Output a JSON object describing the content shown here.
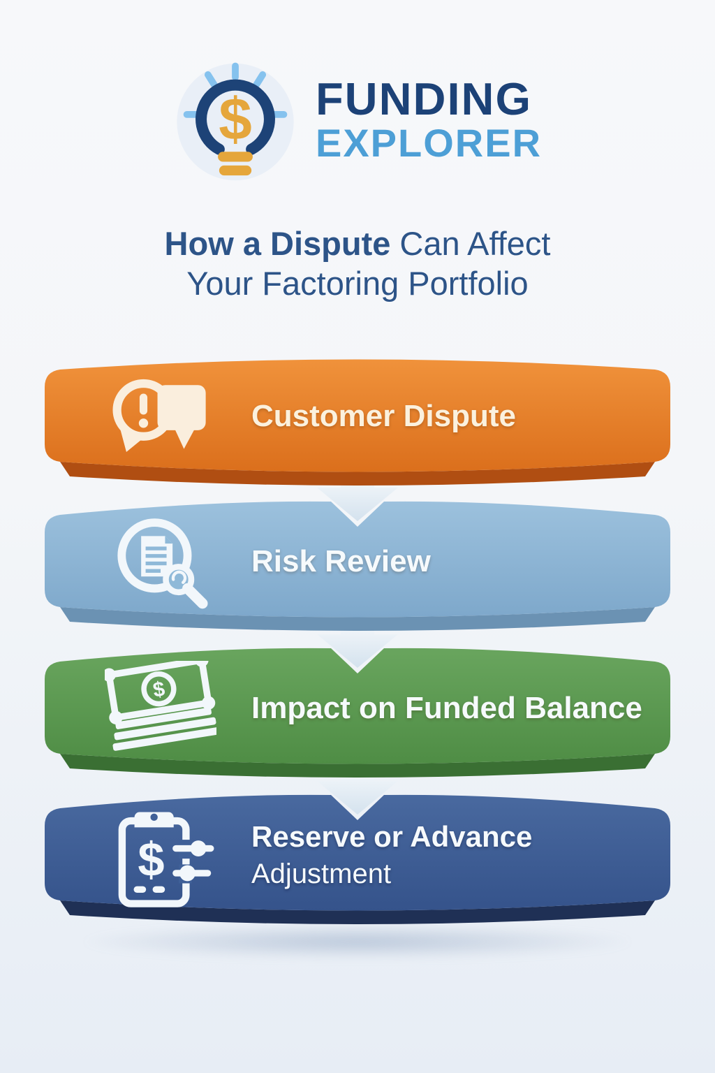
{
  "logo": {
    "icon": "lightbulb-dollar-icon",
    "brand_line1": "FUNDING",
    "brand_line2": "EXPLORER"
  },
  "title": {
    "line1_bold": "How a Dispute",
    "line1_rest": " Can Affect",
    "line2": "Your Factoring Portfolio"
  },
  "steps": [
    {
      "label": "Customer Dispute",
      "icon": "alert-speech-bubbles-icon",
      "color": "#e2771f"
    },
    {
      "label": "Risk Review",
      "icon": "document-magnifier-icon",
      "color": "#8fb9d8"
    },
    {
      "label": "Impact on Funded Balance",
      "icon": "cash-stack-icon",
      "color": "#5b9a4f"
    },
    {
      "label": "Reserve or Advance",
      "label_line2": "Adjustment",
      "icon": "clipboard-adjustment-icon",
      "color": "#3d5e97"
    }
  ],
  "connector": {
    "icon": "down-arrow-icon",
    "color": "#e9f0f7"
  },
  "colors": {
    "background": "#f2f5f9",
    "brand_navy": "#1c4277",
    "brand_light_blue": "#4d9fd6",
    "title_blue": "#2d5488",
    "gold": "#e5a63b",
    "ray_blue": "#85c2ee",
    "step_orange_bevel": "#b04e12",
    "step_blue_bevel": "#6b92b3",
    "step_green_bevel": "#3a6f33",
    "step_navy_bevel": "#1f3055"
  }
}
